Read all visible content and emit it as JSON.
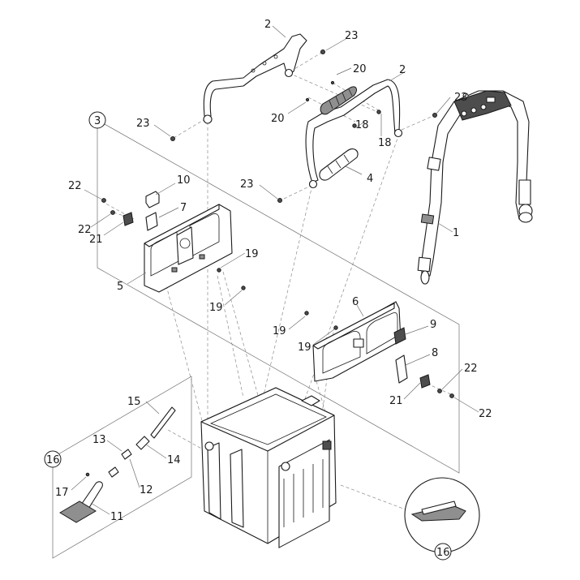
{
  "callouts": [
    {
      "text": "1"
    },
    {
      "text": "2"
    },
    {
      "text": "2"
    },
    {
      "text": "3"
    },
    {
      "text": "4"
    },
    {
      "text": "5"
    },
    {
      "text": "6"
    },
    {
      "text": "7"
    },
    {
      "text": "8"
    },
    {
      "text": "9"
    },
    {
      "text": "10"
    },
    {
      "text": "11"
    },
    {
      "text": "12"
    },
    {
      "text": "13"
    },
    {
      "text": "14"
    },
    {
      "text": "15"
    },
    {
      "text": "16"
    },
    {
      "text": "16"
    },
    {
      "text": "17"
    },
    {
      "text": "18"
    },
    {
      "text": "18"
    },
    {
      "text": "19"
    },
    {
      "text": "19"
    },
    {
      "text": "19"
    },
    {
      "text": "19"
    },
    {
      "text": "20"
    },
    {
      "text": "20"
    },
    {
      "text": "21"
    },
    {
      "text": "21"
    },
    {
      "text": "22"
    },
    {
      "text": "22"
    },
    {
      "text": "22"
    },
    {
      "text": "22"
    },
    {
      "text": "23"
    },
    {
      "text": "23"
    },
    {
      "text": "23"
    },
    {
      "text": "23"
    }
  ]
}
